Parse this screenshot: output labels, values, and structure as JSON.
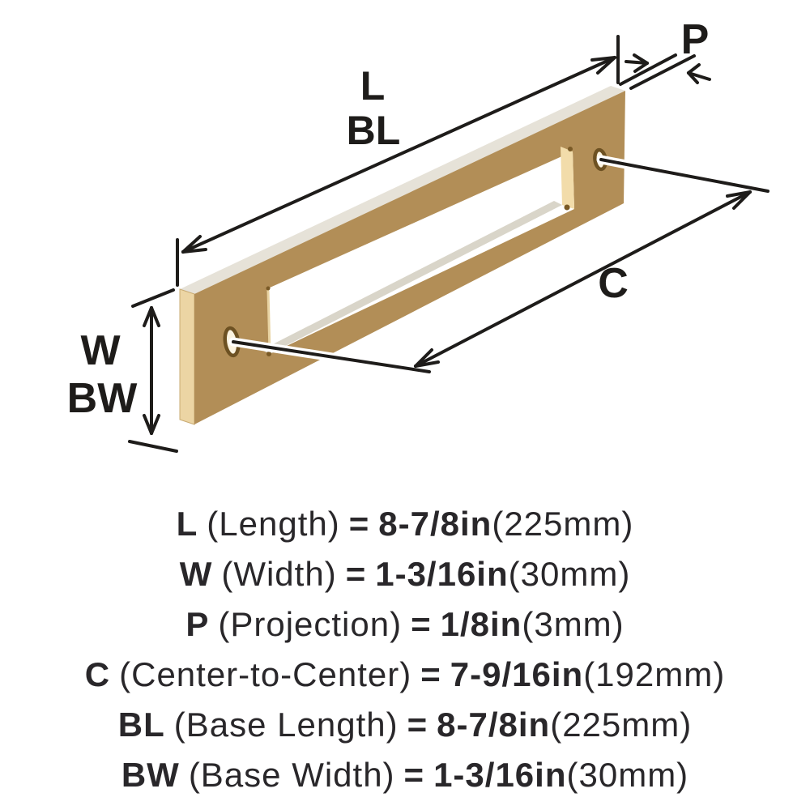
{
  "diagram": {
    "labels": {
      "length": "L",
      "base_length": "BL",
      "width": "W",
      "base_width": "BW",
      "center_to_center": "C",
      "projection": "P"
    }
  },
  "legend": {
    "rows": [
      {
        "symbol": "L",
        "name": "(Length)",
        "equals": "=",
        "value_in": "8-7/8in",
        "value_mm": "(225mm)"
      },
      {
        "symbol": "W",
        "name": "(Width)",
        "equals": "=",
        "value_in": "1-3/16in",
        "value_mm": "(30mm)"
      },
      {
        "symbol": "P",
        "name": "(Projection)",
        "equals": "=",
        "value_in": "1/8in",
        "value_mm": "(3mm)"
      },
      {
        "symbol": "C",
        "name": "(Center-to-Center)",
        "equals": "=",
        "value_in": "7-9/16in",
        "value_mm": "(192mm)"
      },
      {
        "symbol": "BL",
        "name": "(Base Length)",
        "equals": "=",
        "value_in": "8-7/8in",
        "value_mm": "(225mm)"
      },
      {
        "symbol": "BW",
        "name": "(Base Width)",
        "equals": "=",
        "value_in": "1-3/16in",
        "value_mm": "(30mm)"
      }
    ]
  },
  "colors": {
    "background": "#ffffff",
    "finish_gold": "#b28e57",
    "edge_light": "#ecd5a4",
    "inner_edge": "#f2dcaa",
    "top_highlight": "#e6e2d8",
    "line": "#1e1c1a",
    "speck": "#7a5a26",
    "hole_ring": "#6d5122"
  }
}
